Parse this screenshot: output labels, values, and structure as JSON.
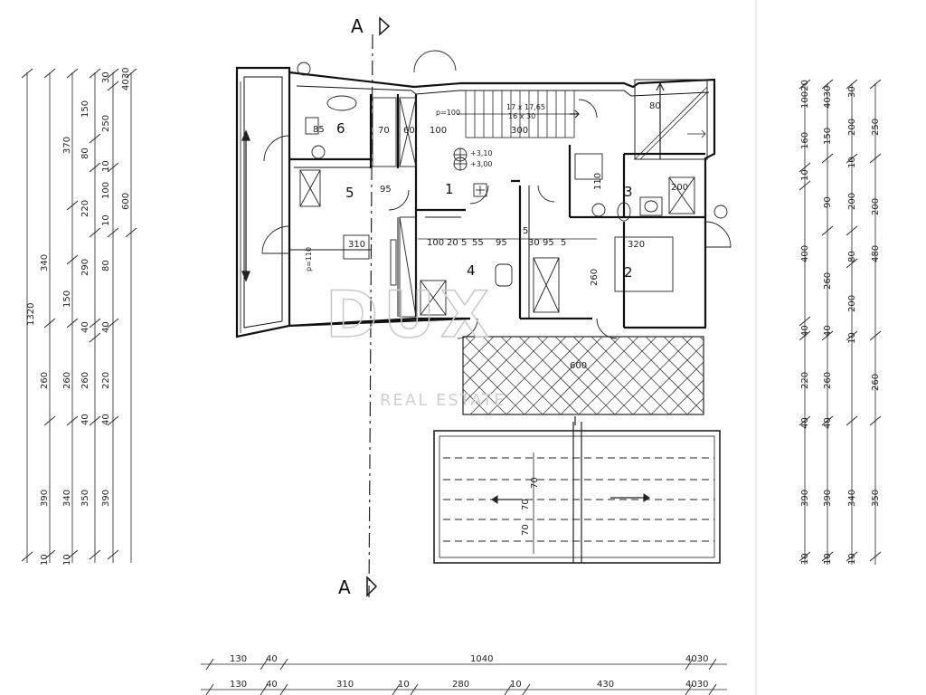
{
  "section_marks": {
    "top": "A",
    "bottom": "A"
  },
  "left_dims": {
    "col1": [
      "1320"
    ],
    "col2": [
      "340",
      "260",
      "390",
      "10"
    ],
    "col3": [
      "370",
      "150",
      "260",
      "340",
      "10"
    ],
    "col4": [
      "150",
      "80",
      "220",
      "290",
      "40",
      "260",
      "40",
      "350"
    ],
    "col5": [
      "30",
      "250",
      "10",
      "100",
      "10",
      "80",
      "40",
      "220",
      "40",
      "390"
    ],
    "col6": [
      "4030",
      "600"
    ]
  },
  "right_dims": {
    "col1": [
      "10020",
      "160",
      "10",
      "400",
      "40",
      "220",
      "40",
      "390",
      "10"
    ],
    "col2": [
      "4030",
      "150",
      "90",
      "260",
      "40",
      "260",
      "40",
      "390",
      "10"
    ],
    "col3": [
      "30",
      "200",
      "10",
      "200",
      "80",
      "200",
      "10",
      "340",
      "10"
    ],
    "col4": [
      "250",
      "200",
      "480",
      "260",
      "350"
    ]
  },
  "bottom_dims": {
    "row1": [
      "130",
      "40",
      "1040",
      "4030"
    ],
    "row2": [
      "130",
      "40",
      "310",
      "10",
      "280",
      "10",
      "430",
      "4030"
    ]
  },
  "rooms": [
    {
      "number": "1"
    },
    {
      "number": "2"
    },
    {
      "number": "3"
    },
    {
      "number": "4"
    },
    {
      "number": "5"
    },
    {
      "number": "6"
    }
  ],
  "interior_labels": {
    "stair_a": "17 x 17,65",
    "stair_b": "16 x 30",
    "level_a": "+3,10",
    "level_b": "+3,00",
    "door_100": "100",
    "dim_300": "300",
    "dim_310": "310",
    "dim_320": "320",
    "dim_260": "260",
    "dim_600": "600",
    "dim_80": "80",
    "dims_mid_row": [
      "100",
      "20",
      "5",
      "55",
      "95",
      "5",
      "30",
      "95",
      "5"
    ],
    "dim_85": "85",
    "dim_95": "95",
    "dim_70": "70",
    "dim_60": "60",
    "dim_110": "110",
    "dim_200": "200",
    "terrace_70": [
      "70",
      "70",
      "70"
    ],
    "p_100": "p=100",
    "p_110": "p=110"
  },
  "watermark": {
    "brand": "DUX",
    "tag": "REAL ESTATE"
  }
}
